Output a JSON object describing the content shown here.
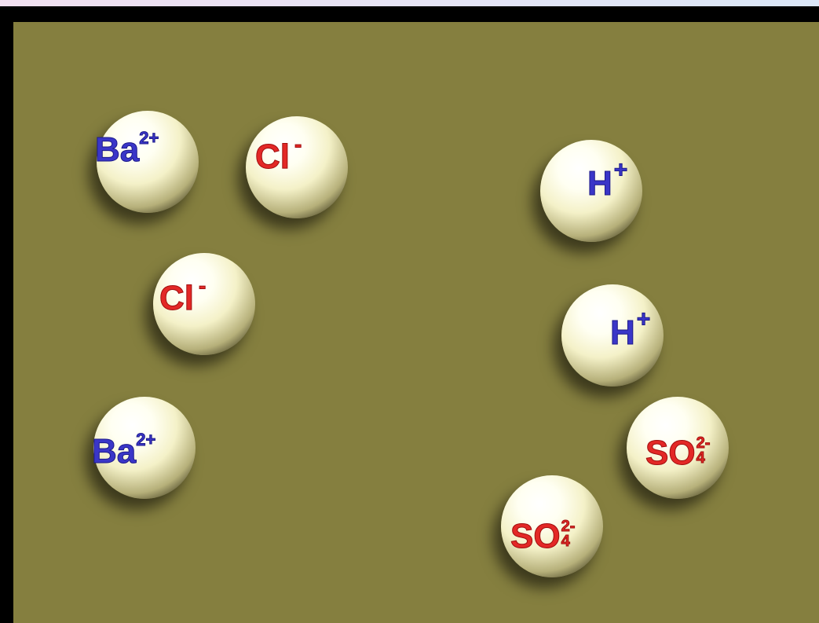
{
  "ions": [
    {
      "id": "ba-1",
      "symbol": "Ba",
      "charge": "2+",
      "color": "blue"
    },
    {
      "id": "cl-1",
      "symbol": "Cl",
      "charge": "-",
      "color": "red"
    },
    {
      "id": "h-1",
      "symbol": "H",
      "charge": "+",
      "color": "blue"
    },
    {
      "id": "cl-2",
      "symbol": "Cl",
      "charge": "-",
      "color": "red"
    },
    {
      "id": "h-2",
      "symbol": "H",
      "charge": "+",
      "color": "blue"
    },
    {
      "id": "ba-2",
      "symbol": "Ba",
      "charge": "2+",
      "color": "blue"
    },
    {
      "id": "so4-1",
      "symbol": "SO",
      "charge": "2-",
      "subscript": "4",
      "color": "red"
    },
    {
      "id": "so4-2",
      "symbol": "SO",
      "charge": "2-",
      "subscript": "4",
      "color": "red"
    }
  ],
  "colors": {
    "background": "#857f3f",
    "cation_text": "#3a36c8",
    "anion_text": "#e32826",
    "frame": "#000000"
  }
}
